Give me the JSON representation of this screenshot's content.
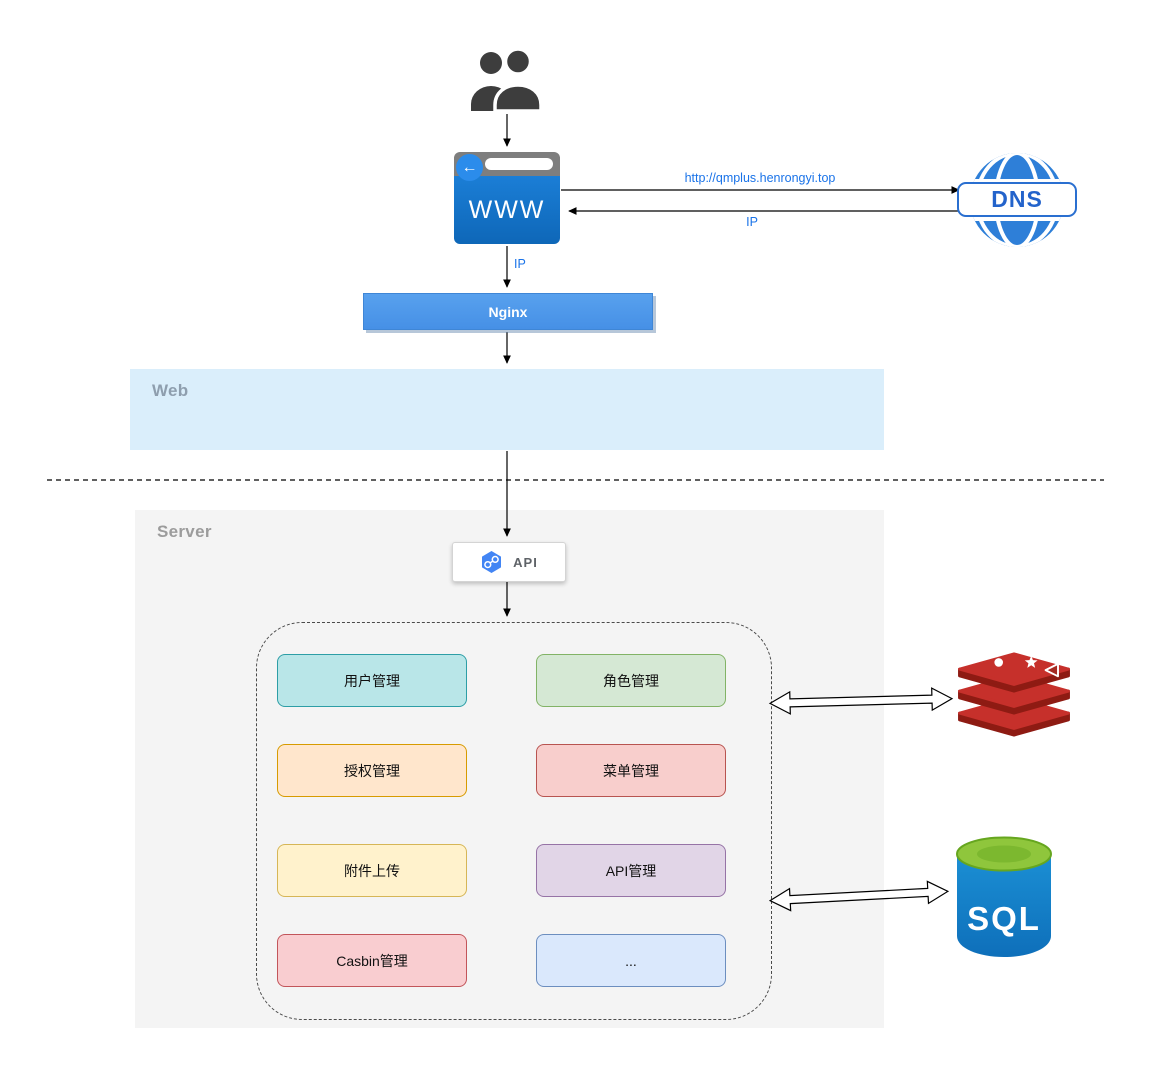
{
  "nodes": {
    "browser": {
      "label": "WWW"
    },
    "dns": {
      "label": "DNS"
    },
    "nginx": {
      "label": "Nginx",
      "style": "background:linear-gradient(180deg,#58a1ee,#4690e6)"
    },
    "api": {
      "label": "API"
    },
    "sql": {
      "label": "SQL"
    }
  },
  "zones": {
    "web": {
      "label": "Web",
      "style": "background:#daeefb"
    },
    "server": {
      "label": "Server",
      "style": "background:#f4f4f4"
    }
  },
  "edges": {
    "browser_to_dns": "http://qmplus.henrongyi.top",
    "dns_to_browser": "IP",
    "browser_to_nginx": "IP"
  },
  "modules": [
    {
      "label": "用户管理",
      "style": "background:#b9e6e8;border-color:#2d9ea6"
    },
    {
      "label": "角色管理",
      "style": "background:#d5e8d4;border-color:#82b366"
    },
    {
      "label": "授权管理",
      "style": "background:#ffe6cc;border-color:#d79b00"
    },
    {
      "label": "菜单管理",
      "style": "background:#f8cecc;border-color:#b85450"
    },
    {
      "label": "附件上传",
      "style": "background:#fff2cc;border-color:#d6b656"
    },
    {
      "label": "API管理",
      "style": "background:#e1d5e7;border-color:#9673a6"
    },
    {
      "label": "Casbin管理",
      "style": "background:#f9cdd0;border-color:#c2555a"
    },
    {
      "label": "...",
      "style": "background:#dae8fc;border-color:#6c8ebf"
    }
  ],
  "colors": {
    "edge_label": "#1a73e8",
    "browser_body": "#1273c8",
    "dns_blue": "#2e7fd8",
    "redis_red": "#c6302b",
    "redis_dark_red": "#8e1b13",
    "sql_body_blue": "#1283cb",
    "sql_top_green": "#8fc63c",
    "users_gray": "#3d3d3d"
  }
}
